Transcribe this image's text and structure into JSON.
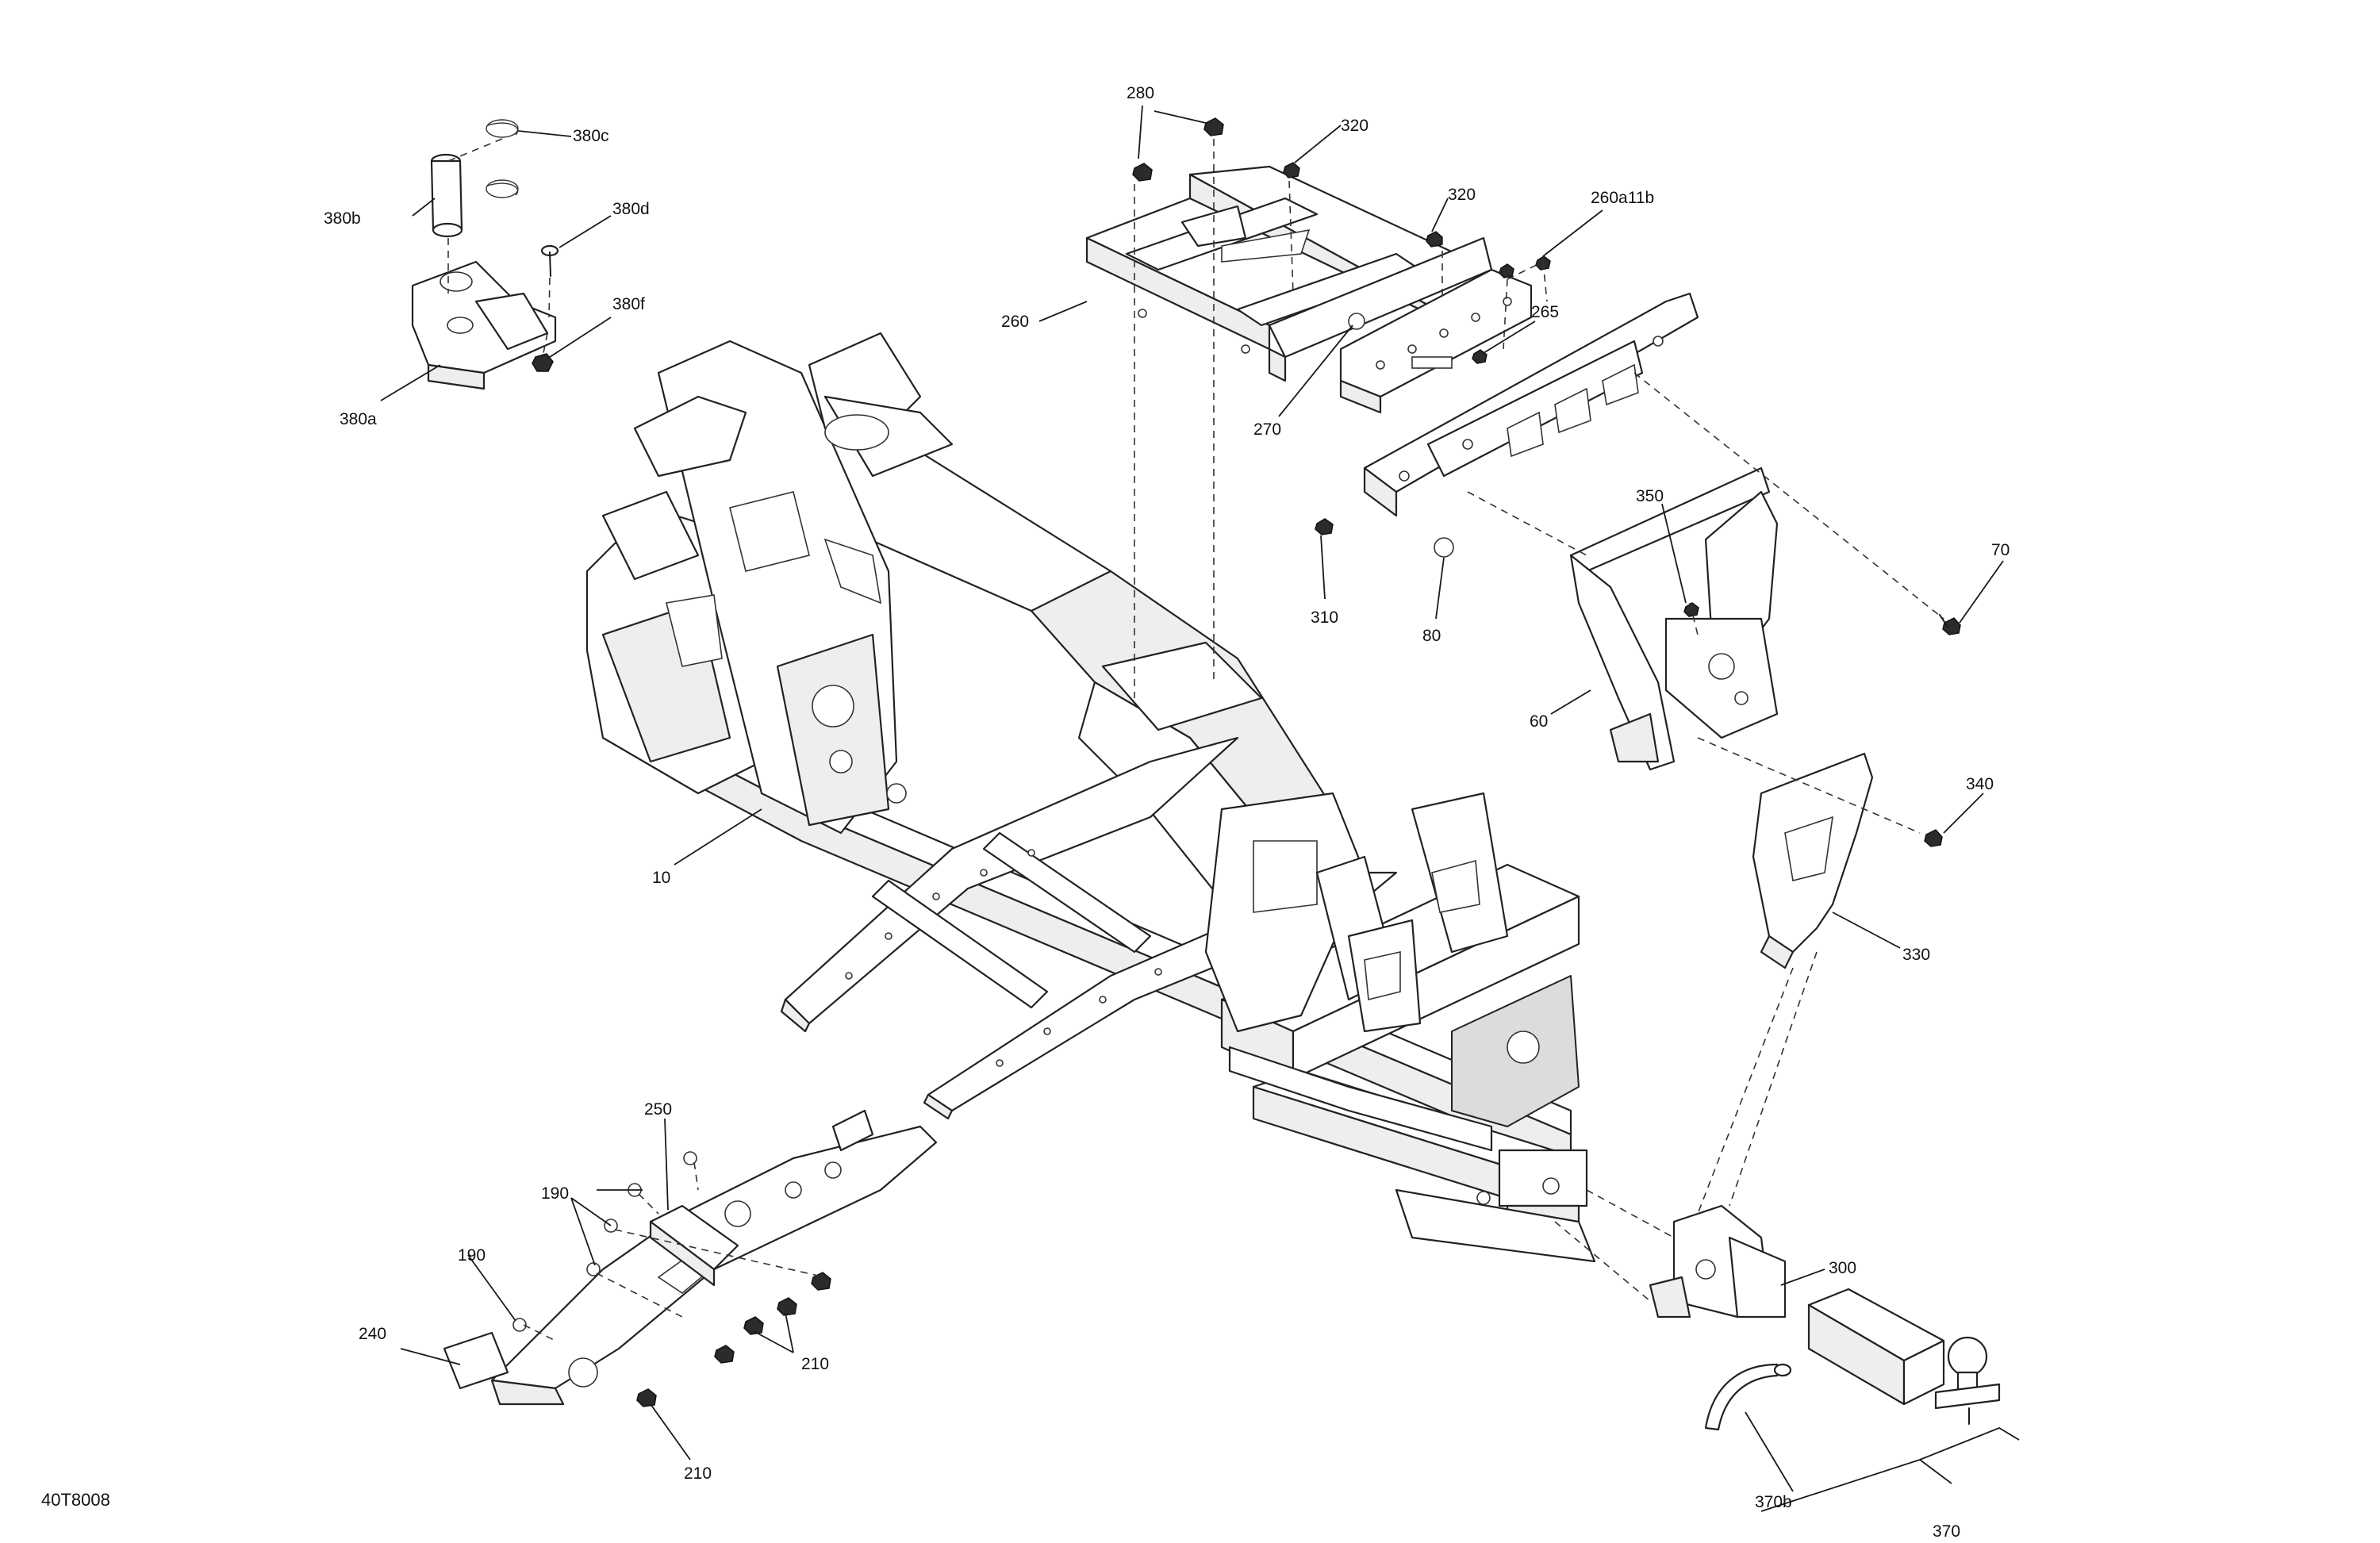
{
  "diagram": {
    "drawing_code": "40T8008",
    "callouts": {
      "c280": "280",
      "c320a": "320",
      "c320b": "320",
      "c260a11b": "260a11b",
      "c260": "260",
      "c265": "265",
      "c270": "270",
      "c380c": "380c",
      "c380b": "380b",
      "c380d": "380d",
      "c380f": "380f",
      "c380a": "380a",
      "c350": "350",
      "c70": "70",
      "c310": "310",
      "c80": "80",
      "c60": "60",
      "c340": "340",
      "c10": "10",
      "c330": "330",
      "c250": "250",
      "c190a": "190",
      "c190b": "190",
      "c240": "240",
      "c210a": "210",
      "c210b": "210",
      "c300": "300",
      "c370b": "370b",
      "c370": "370"
    }
  }
}
